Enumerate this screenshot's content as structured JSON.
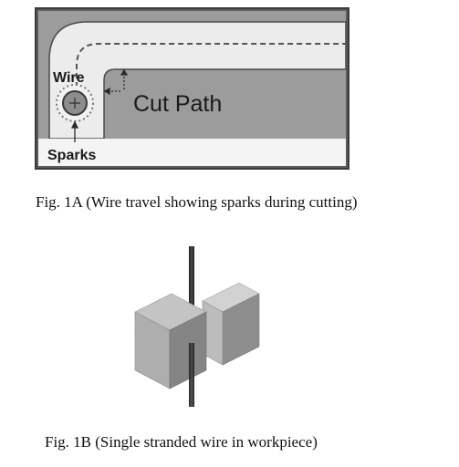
{
  "figure_1a": {
    "labels": {
      "wire": "Wire",
      "cut_path": "Cut Path",
      "sparks": "Sparks"
    },
    "caption": "Fig. 1A (Wire travel showing sparks during cutting)"
  },
  "figure_1b": {
    "caption": "Fig. 1B (Single stranded wire in workpiece)"
  },
  "colors": {
    "frame": "#5a5a5a",
    "workpiece": "#9b9b9b",
    "kerf": "#e9e9e9",
    "text": "#1a1a1a"
  }
}
